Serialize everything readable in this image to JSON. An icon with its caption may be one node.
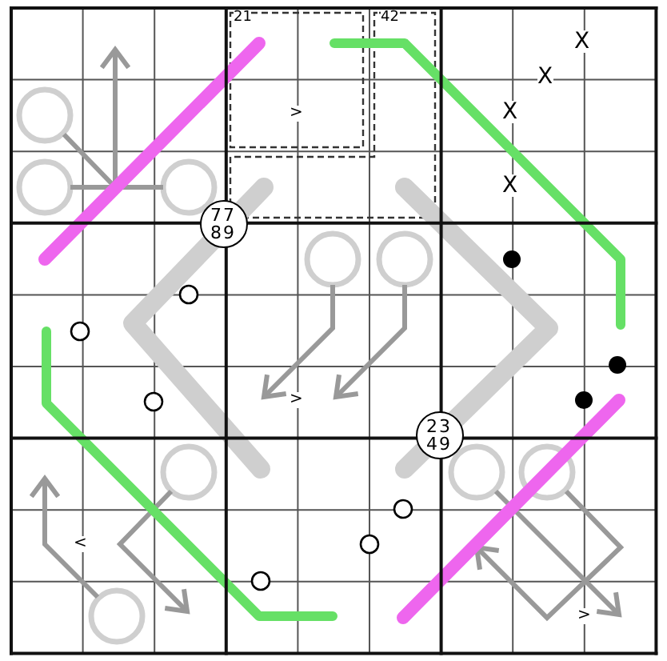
{
  "diagram": {
    "nodes": [
      {
        "text": [
          "77 89"
        ]
      },
      {
        "text": [
          "23 49"
        ]
      }
    ],
    "labels": [
      "21",
      "42",
      "X",
      "X",
      "X",
      ">",
      "X",
      ">",
      "<",
      ">"
    ]
  }
}
